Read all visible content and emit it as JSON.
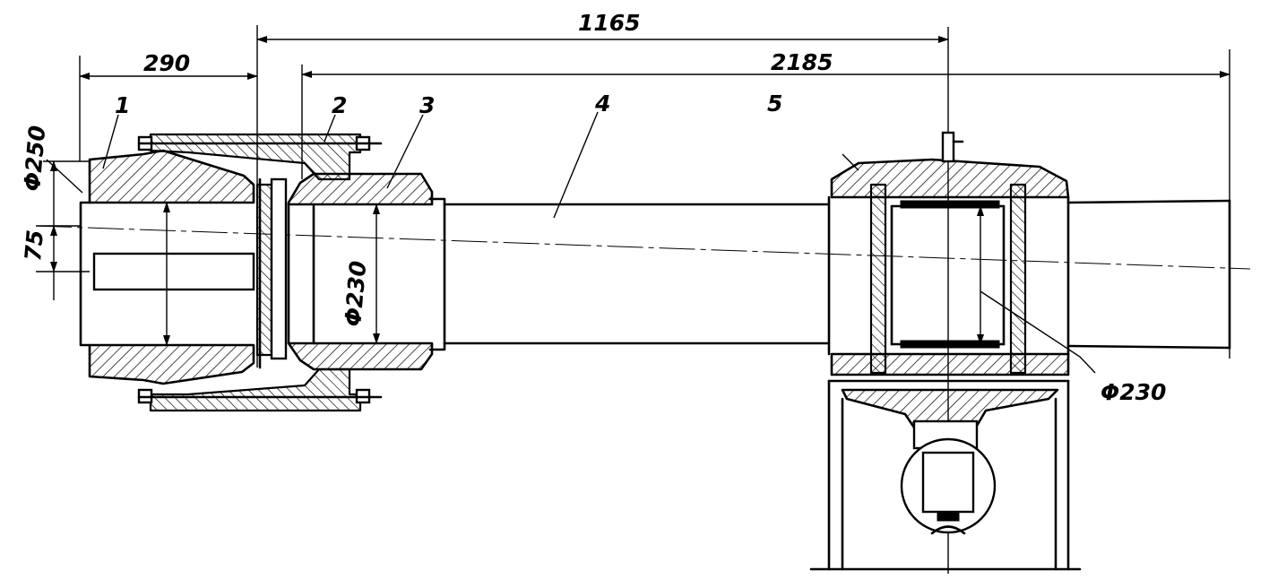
{
  "dimensions": {
    "d1165": "1165",
    "d2185": "2185",
    "d290": "290",
    "d_phi250": "Φ250",
    "d75": "75",
    "d_phi230_shaft": "Φ230",
    "d_phi230_bearing": "Φ230"
  },
  "part_labels": {
    "p1": "1",
    "p2": "2",
    "p3": "3",
    "p4": "4",
    "p5": "5"
  }
}
